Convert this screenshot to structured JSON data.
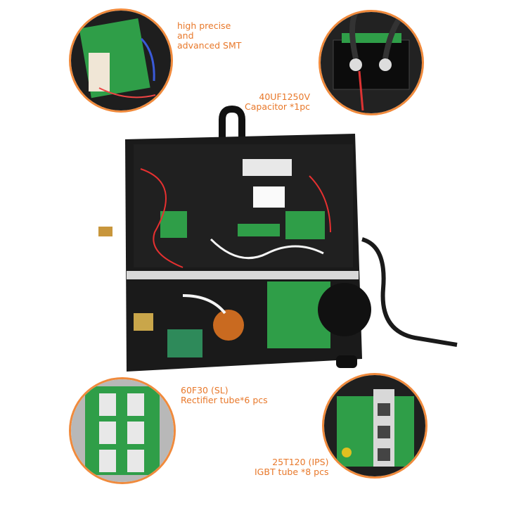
{
  "callouts": {
    "smt": {
      "line1": "high precise",
      "line2": "and",
      "line3": "advanced SMT"
    },
    "capacitor": {
      "line1": "40UF1250V",
      "line2": "Capacitor *1pc"
    },
    "rectifier": {
      "line1": "60F30 (SL)",
      "line2": "Rectifier tube*6 pcs"
    },
    "igbt": {
      "line1": "25T120 (IPS)",
      "line2": "IGBT tube *8 pcs"
    }
  },
  "colors": {
    "accent": "#e8782a",
    "ring": "#f08a3c",
    "chassis": "#151515",
    "pcb": "#2f9e48"
  }
}
